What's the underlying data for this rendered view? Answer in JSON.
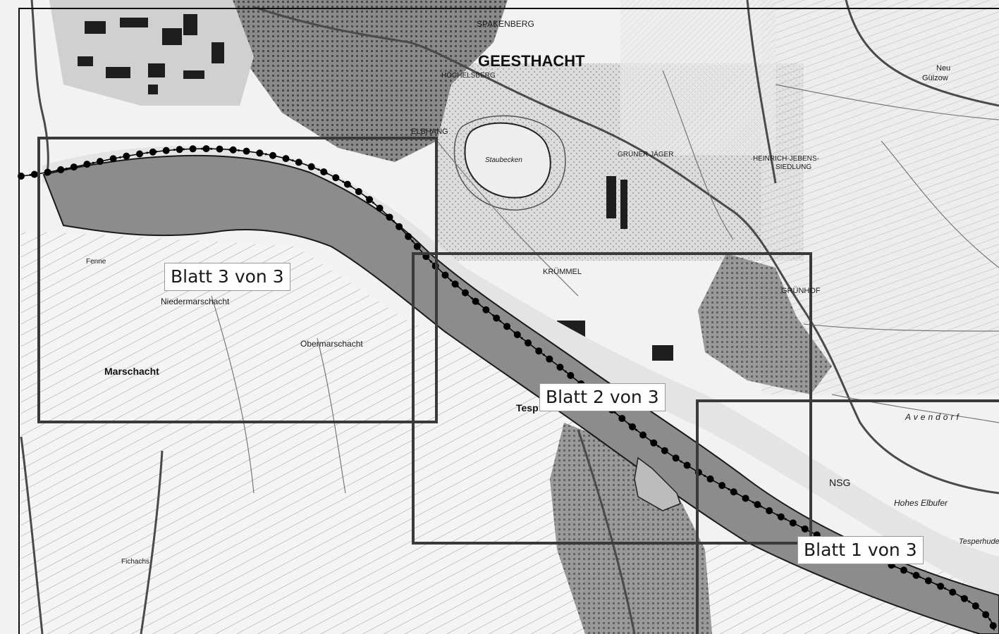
{
  "map": {
    "sheets": [
      {
        "id": "sheet-3",
        "label": "Blatt 3 von 3"
      },
      {
        "id": "sheet-2",
        "label": "Blatt 2 von 3"
      },
      {
        "id": "sheet-1",
        "label": "Blatt 1 von 3"
      }
    ],
    "places": {
      "geesthacht": "GEESTHACHT",
      "spakenberg": "SPAKENBERG",
      "hochelsberg": "HÖCHELSBERG",
      "elbhang": "ELBHANG",
      "staubecken": "Staubecken",
      "gruener_jaeger": "GRÜNER JÄGER",
      "heinrich_jebens": "HEINRICH-JEBENS-",
      "siedlung": "SIEDLUNG",
      "kruemmel": "KRÜMMEL",
      "gruenhof": "GRÜNHOF",
      "gulzow": "Gülzow",
      "neu": "Neu",
      "niedermarschacht": "Niedermarschacht",
      "obermarschacht": "Obermarschacht",
      "marschacht": "Marschacht",
      "tesp": "Tesp",
      "avendorf": "Avendorf",
      "nsg": "NSG",
      "elbufer": "Hohes Elbufer",
      "tesperhude": "Tesperhude",
      "fichachs": "Fichachs",
      "feeste": "Fenne"
    },
    "colors": {
      "river": "#8c8c8c",
      "sheet_border": "#3a3a3a",
      "boundary_dots": "#000000",
      "urban": "#6e6e6e"
    }
  }
}
